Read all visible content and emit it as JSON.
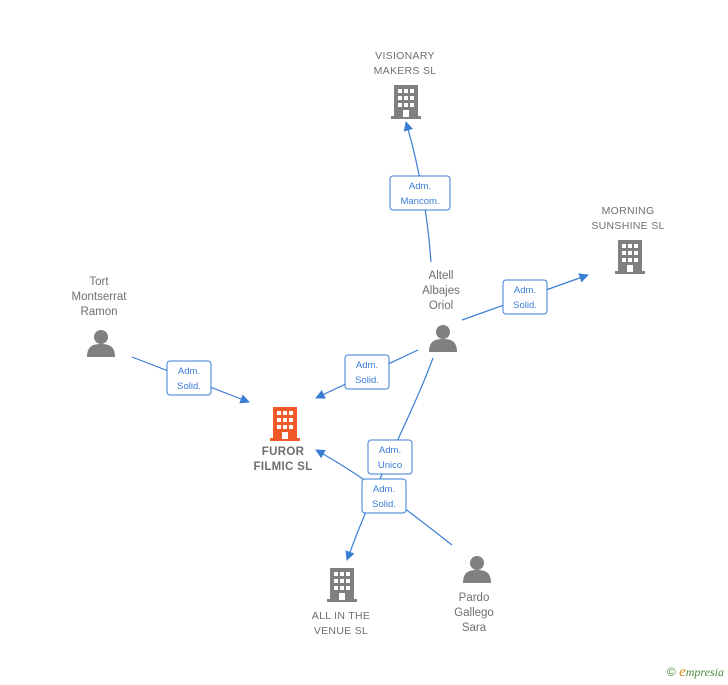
{
  "colors": {
    "edge": "#3a7dd4",
    "focus": "#f05a28",
    "node": "#808080",
    "label": "#6f6f6f"
  },
  "nodes": {
    "visionary": {
      "type": "company",
      "icon": "building-icon",
      "lines": [
        "VISIONARY",
        "MAKERS SL"
      ]
    },
    "morning": {
      "type": "company",
      "icon": "building-icon",
      "lines": [
        "MORNING",
        "SUNSHINE  SL"
      ]
    },
    "furor": {
      "type": "focus-company",
      "icon": "building-icon",
      "lines": [
        "FUROR",
        "FILMIC  SL"
      ]
    },
    "allinvenue": {
      "type": "company",
      "icon": "building-icon",
      "lines": [
        "ALL IN THE",
        "VENUE  SL"
      ]
    },
    "altell": {
      "type": "person",
      "icon": "person-icon",
      "lines": [
        "Altell",
        "Albajes",
        "Oriol"
      ]
    },
    "tort": {
      "type": "person",
      "icon": "person-icon",
      "lines": [
        "Tort",
        "Montserrat",
        "Ramon"
      ]
    },
    "pardo": {
      "type": "person",
      "icon": "person-icon",
      "lines": [
        "Pardo",
        "Gallego",
        "Sara"
      ]
    }
  },
  "edges": [
    {
      "from": "altell",
      "to": "visionary",
      "badge": [
        "Adm.",
        "Mancom."
      ]
    },
    {
      "from": "altell",
      "to": "morning",
      "badge": [
        "Adm.",
        "Solid."
      ]
    },
    {
      "from": "altell",
      "to": "furor",
      "badge": [
        "Adm.",
        "Solid."
      ]
    },
    {
      "from": "tort",
      "to": "furor",
      "badge": [
        "Adm.",
        "Solid."
      ]
    },
    {
      "from": "altell",
      "to": "allinvenue",
      "badge": [
        "Adm.",
        "Unico"
      ]
    },
    {
      "from": "pardo",
      "to": "furor",
      "badge": [
        "Adm.",
        "Solid."
      ]
    }
  ],
  "footer": {
    "copyright": "©",
    "brand_initial": "e",
    "brand_rest": "mpresia"
  }
}
